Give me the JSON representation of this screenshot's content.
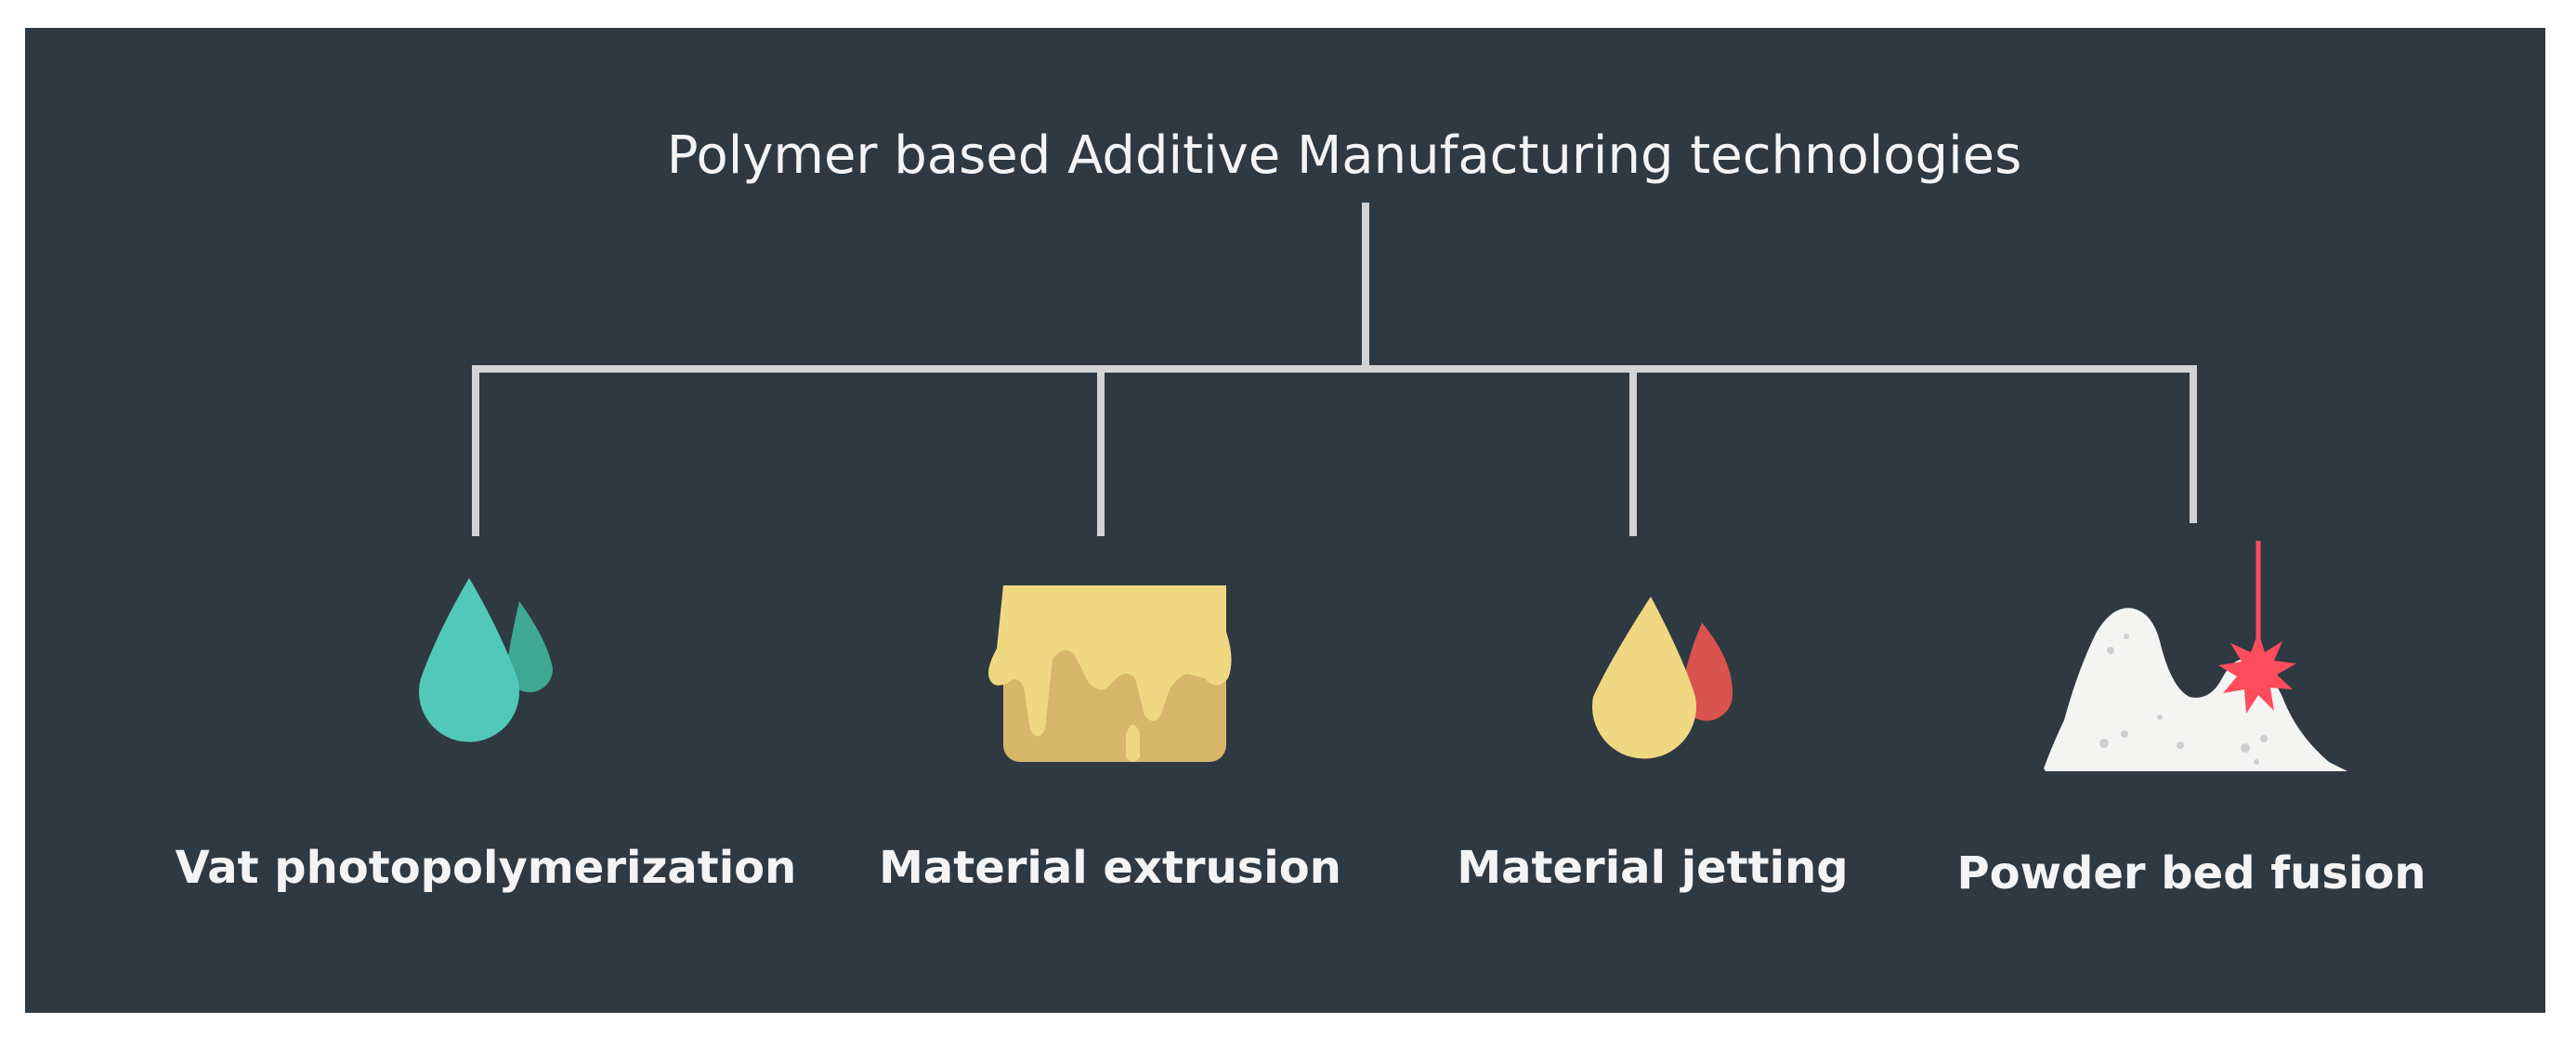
{
  "title": "Polymer based Additive Manufacturing technologies",
  "colors": {
    "background": "#2e3942",
    "line": "#d3d3d3",
    "teal": "#52c9b8",
    "teal_dark": "#3fa894",
    "yellow": "#f0d883",
    "yellow_dark": "#d6b76a",
    "red": "#d9534f",
    "laser": "#ff4c5c",
    "powder": "#f4f4f2"
  },
  "categories": [
    {
      "label": "Vat photopolymerization",
      "icon": "droplets-icon"
    },
    {
      "label": "Material extrusion",
      "icon": "melting-block-icon"
    },
    {
      "label": "Material jetting",
      "icon": "jet-droplets-icon"
    },
    {
      "label": "Powder bed fusion",
      "icon": "laser-powder-icon"
    }
  ]
}
